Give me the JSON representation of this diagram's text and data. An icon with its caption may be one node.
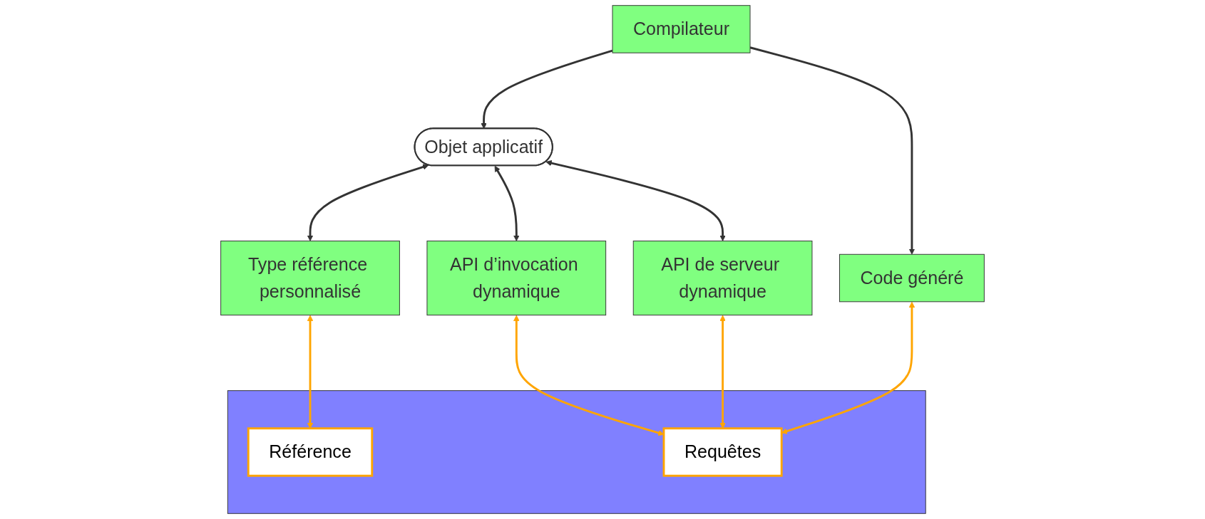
{
  "diagram": {
    "nodes": [
      {
        "text": [
          "Objet applicatif"
        ]
      },
      {
        "text": [
          "Compilateur"
        ]
      },
      {
        "text": [
          "Type référence personnalisé"
        ]
      },
      {
        "text": [
          "Code généré"
        ]
      },
      {
        "text": [
          "API d’invocation dynamique"
        ]
      },
      {
        "text": [
          "API de serveur dynamique"
        ]
      },
      {
        "text": [],
        "shape": "box"
      },
      {
        "text": [
          "Référence"
        ],
        "in": 6
      },
      {
        "text": [
          "Requêtes"
        ],
        "in": 6
      }
    ],
    "edges": [
      {
        "from": 0,
        "to": 2,
        "arrow": "both"
      },
      {
        "from": 1,
        "to": 0,
        "arrow": "to"
      },
      {
        "from": 1,
        "to": 3,
        "arrow": "to"
      },
      {
        "from": 0,
        "to": 4,
        "arrow": "both"
      },
      {
        "from": 0,
        "to": 5,
        "arrow": "both"
      },
      {
        "from": 2,
        "to": 7,
        "arrow": "both",
        "color": "#ffa500"
      },
      {
        "from": 3,
        "to": 8,
        "arrow": "both",
        "color": "#ffa500"
      },
      {
        "from": 4,
        "to": 8,
        "arrow": "both",
        "color": "#ffa500"
      },
      {
        "from": 5,
        "to": 8,
        "arrow": "both",
        "color": "#ffa500"
      }
    ]
  }
}
